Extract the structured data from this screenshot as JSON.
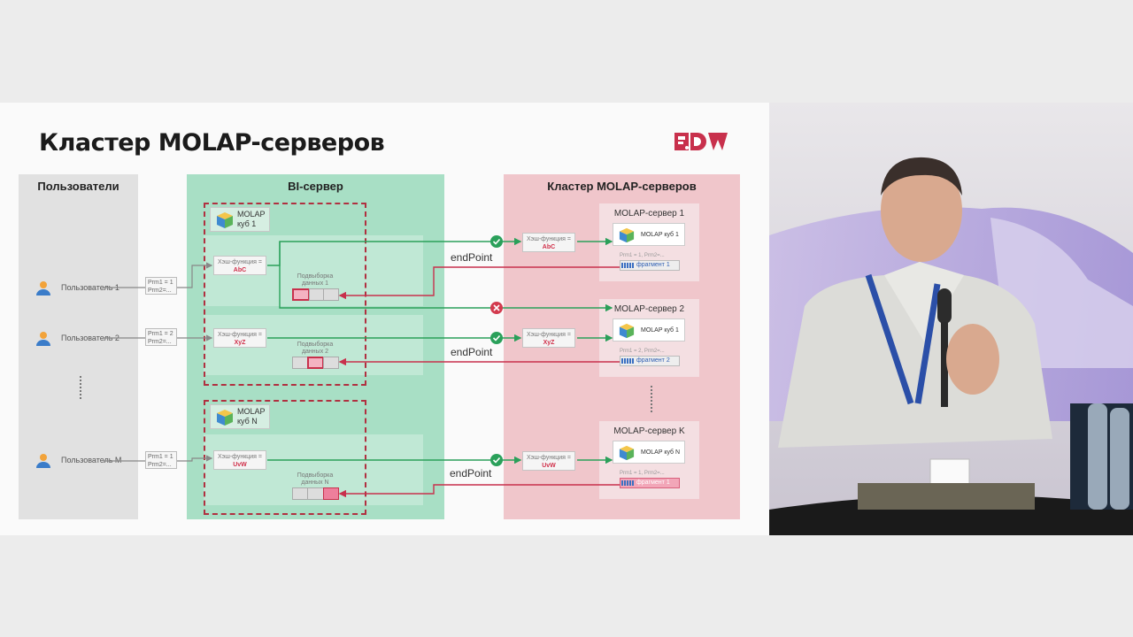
{
  "slide": {
    "title": "Кластер MOLAP-серверов",
    "colors": {
      "accent": "#c8304c",
      "bi_panel": "#a8dfc5",
      "molap_panel": "#f0c6cb",
      "users_panel": "#e1e1e1",
      "ok": "#2aa05a",
      "fail": "#d33a4e"
    }
  },
  "users_panel": {
    "header": "Пользователи",
    "users": [
      {
        "label": "Пользователь 1",
        "params": [
          "Prm1 = 1",
          "Prm2=..."
        ]
      },
      {
        "label": "Пользователь 2",
        "params": [
          "Prm1 = 2",
          "Prm2=..."
        ]
      },
      {
        "label": "Пользователь M",
        "params": [
          "Prm1 = 1",
          "Prm2=..."
        ]
      }
    ]
  },
  "bi_panel": {
    "header": "BI-сервер",
    "cubes": [
      {
        "name_line1": "MOLAP",
        "name_line2": "куб 1"
      },
      {
        "name_line1": "MOLAP",
        "name_line2": "куб N"
      }
    ],
    "hash_label": "Хэш-функция =",
    "hash_keys": [
      "AbC",
      "XyZ",
      "UvW"
    ],
    "subsets": [
      {
        "line1": "Подвыборка",
        "line2": "данных 1"
      },
      {
        "line1": "Подвыборка",
        "line2": "данных 2"
      },
      {
        "line1": "Подвыборка",
        "line2": "данных N"
      }
    ]
  },
  "molap_panel": {
    "header": "Кластер MOLAP-серверов",
    "servers": [
      {
        "title": "MOLAP-сервер 1",
        "cube": "MOLAP куб 1",
        "params": "Prm1 = 1, Prm2=...",
        "fragment": "фрагмент 1"
      },
      {
        "title": "MOLAP-сервер 2",
        "cube": "MOLAP куб 1",
        "params": "Prm1 = 2, Prm2=...",
        "fragment": "фрагмент 2"
      },
      {
        "title": "MOLAP-сервер K",
        "cube": "MOLAP куб N",
        "params": "Prm1 = 1, Prm2=...",
        "fragment": "фрагмент 1"
      }
    ],
    "hash_label": "Хэш-функция =",
    "hash_keys": [
      "AbC",
      "XyZ",
      "UvW"
    ]
  },
  "endpoint_label": "endPoint"
}
